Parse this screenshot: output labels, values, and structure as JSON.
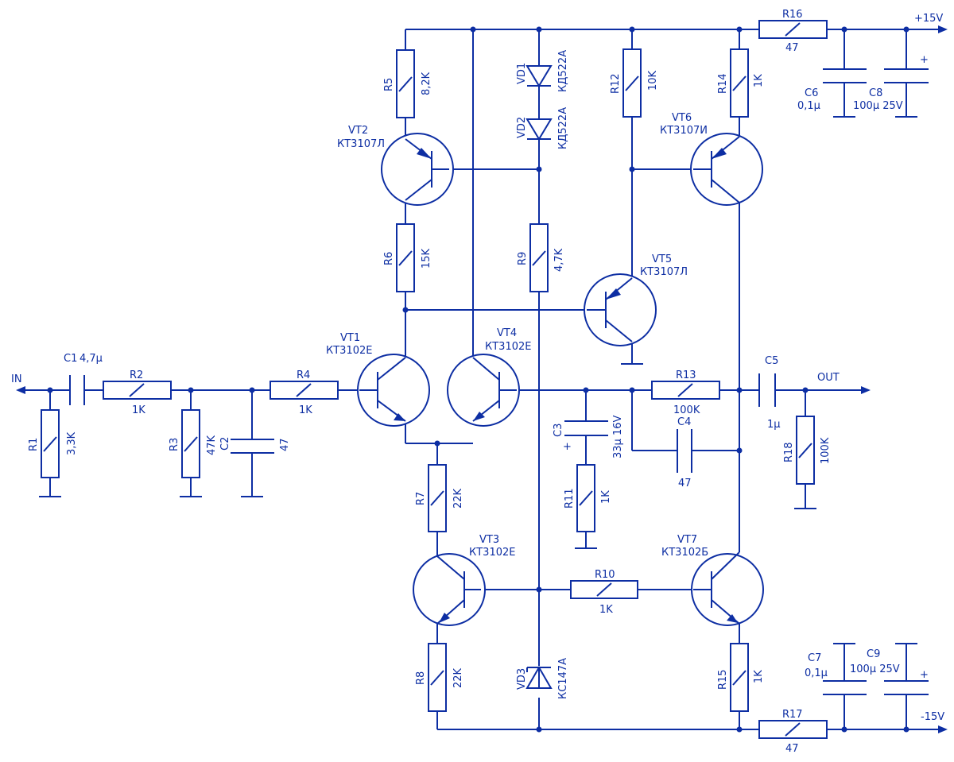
{
  "rails": {
    "positive": "+15V",
    "negative": "-15V",
    "input": "IN",
    "output": "OUT"
  },
  "resistors": {
    "R1": {
      "name": "R1",
      "value": "3,3K"
    },
    "R2": {
      "name": "R2",
      "value": "1K"
    },
    "R3": {
      "name": "R3",
      "value": "47K"
    },
    "R4": {
      "name": "R4",
      "value": "1K"
    },
    "R5": {
      "name": "R5",
      "value": "8,2K"
    },
    "R6": {
      "name": "R6",
      "value": "15K"
    },
    "R7": {
      "name": "R7",
      "value": "22K"
    },
    "R8": {
      "name": "R8",
      "value": "22K"
    },
    "R9": {
      "name": "R9",
      "value": "4,7K"
    },
    "R10": {
      "name": "R10",
      "value": "1K"
    },
    "R11": {
      "name": "R11",
      "value": "1K"
    },
    "R12": {
      "name": "R12",
      "value": "10K"
    },
    "R13": {
      "name": "R13",
      "value": "100K"
    },
    "R14": {
      "name": "R14",
      "value": "1K"
    },
    "R15": {
      "name": "R15",
      "value": "1K"
    },
    "R16": {
      "name": "R16",
      "value": "47"
    },
    "R17": {
      "name": "R17",
      "value": "47"
    },
    "R18": {
      "name": "R18",
      "value": "100K"
    }
  },
  "capacitors": {
    "C1": {
      "name": "C1",
      "value": "4,7μ"
    },
    "C2": {
      "name": "C2",
      "value": "47"
    },
    "C3": {
      "name": "C3",
      "value": "33μ 16V",
      "polarity": "+"
    },
    "C4": {
      "name": "C4",
      "value": "47"
    },
    "C5": {
      "name": "C5",
      "value": "1μ"
    },
    "C6": {
      "name": "C6",
      "value": "0,1μ"
    },
    "C7": {
      "name": "C7",
      "value": "0,1μ"
    },
    "C8": {
      "name": "C8",
      "value": "100μ 25V",
      "polarity": "+"
    },
    "C9": {
      "name": "C9",
      "value": "100μ 25V",
      "polarity": "+"
    }
  },
  "diodes": {
    "VD1": {
      "name": "VD1",
      "type": "КД522А"
    },
    "VD2": {
      "name": "VD2",
      "type": "КД522А"
    },
    "VD3": {
      "name": "VD3",
      "type": "КС147А"
    }
  },
  "transistors": {
    "VT1": {
      "name": "VT1",
      "type": "КТ3102Е",
      "polarity": "npn"
    },
    "VT2": {
      "name": "VT2",
      "type": "КТ3107Л",
      "polarity": "pnp"
    },
    "VT3": {
      "name": "VT3",
      "type": "КТ3102Е",
      "polarity": "npn"
    },
    "VT4": {
      "name": "VT4",
      "type": "КТ3102Е",
      "polarity": "npn"
    },
    "VT5": {
      "name": "VT5",
      "type": "КТ3107Л",
      "polarity": "pnp"
    },
    "VT6": {
      "name": "VT6",
      "type": "КТ3107И",
      "polarity": "pnp"
    },
    "VT7": {
      "name": "VT7",
      "type": "КТ3102Б",
      "polarity": "npn"
    }
  },
  "colors": {
    "ink": "#0d2ea3",
    "background": "#ffffff"
  }
}
